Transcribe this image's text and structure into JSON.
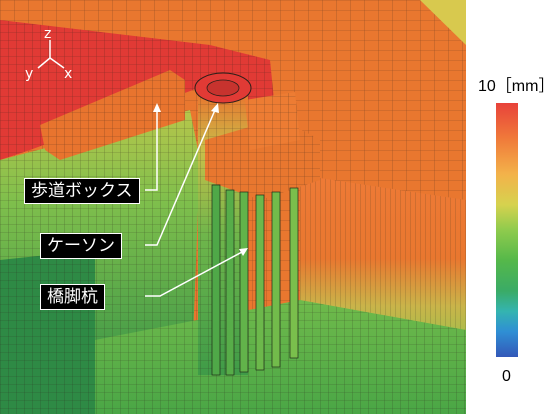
{
  "axes": {
    "z": "z",
    "y": "y",
    "x": "x"
  },
  "callouts": {
    "sidewalk_box": "歩道ボックス",
    "caisson": "ケーソン",
    "bridge_pile": "橋脚杭"
  },
  "colorbar": {
    "max_label": "10［mm］",
    "min_label": "0",
    "colors": [
      "#e8423a",
      "#f07a3a",
      "#f3b24a",
      "#d6d24e",
      "#8fcb4d",
      "#55b84a",
      "#3aab66",
      "#34b4b0",
      "#2f8fd4",
      "#3358b8"
    ]
  },
  "colors": {
    "red": "#e13a35",
    "orange": "#e8772f",
    "yellow_green": "#b9c64b",
    "green": "#5fae4a",
    "dark_green": "#2f8a45",
    "mesh": "#3a2a20"
  }
}
